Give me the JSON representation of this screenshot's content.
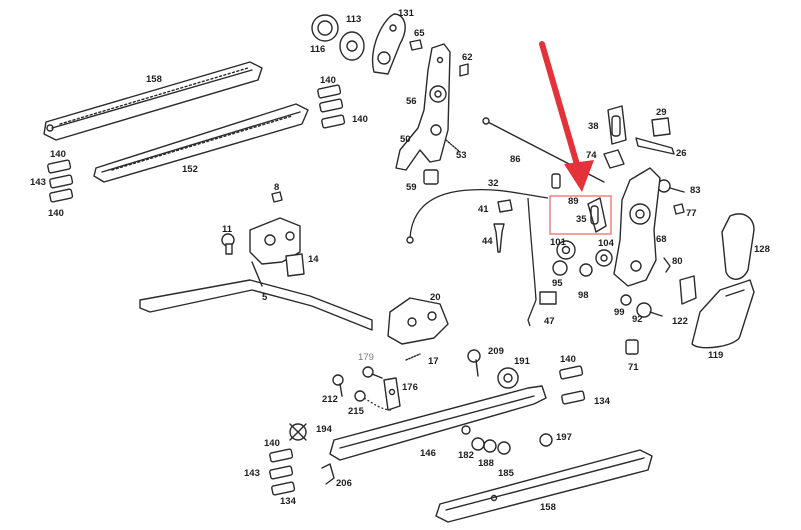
{
  "colors": {
    "arrow": "#e5323a",
    "highlight": "#f08080",
    "line": "#2a2a2a"
  },
  "labels": {
    "p158a": "158",
    "p140a": "140",
    "p140b": "140",
    "p152": "152",
    "p140c": "140",
    "p143a": "143",
    "p140d": "140",
    "p116": "116",
    "p113": "113",
    "p131": "131",
    "p65": "65",
    "p62": "62",
    "p56": "56",
    "p50": "50",
    "p53": "53",
    "p59": "59",
    "p86": "86",
    "p38": "38",
    "p29": "29",
    "p74": "74",
    "p26": "26",
    "p83": "83",
    "p77": "77",
    "p89": "89",
    "p35": "35",
    "p68": "68",
    "p104": "104",
    "p101": "101",
    "p128": "128",
    "p95": "95",
    "p98": "98",
    "p80": "80",
    "p99": "99",
    "p92": "92",
    "p122": "122",
    "p71": "71",
    "p119": "119",
    "p8": "8",
    "p11": "11",
    "p14": "14",
    "p5": "5",
    "p32": "32",
    "p41": "41",
    "p44": "44",
    "p47": "47",
    "p20": "20",
    "p17": "17",
    "p179": "179",
    "p209": "209",
    "p191": "191",
    "p140e": "140",
    "p134a": "134",
    "p212": "212",
    "p215": "215",
    "p176": "176",
    "p194": "194",
    "p140f": "140",
    "p143b": "143",
    "p134b": "134",
    "p206": "206",
    "p146": "146",
    "p182": "182",
    "p188": "188",
    "p185": "185",
    "p197": "197",
    "p158b": "158"
  }
}
